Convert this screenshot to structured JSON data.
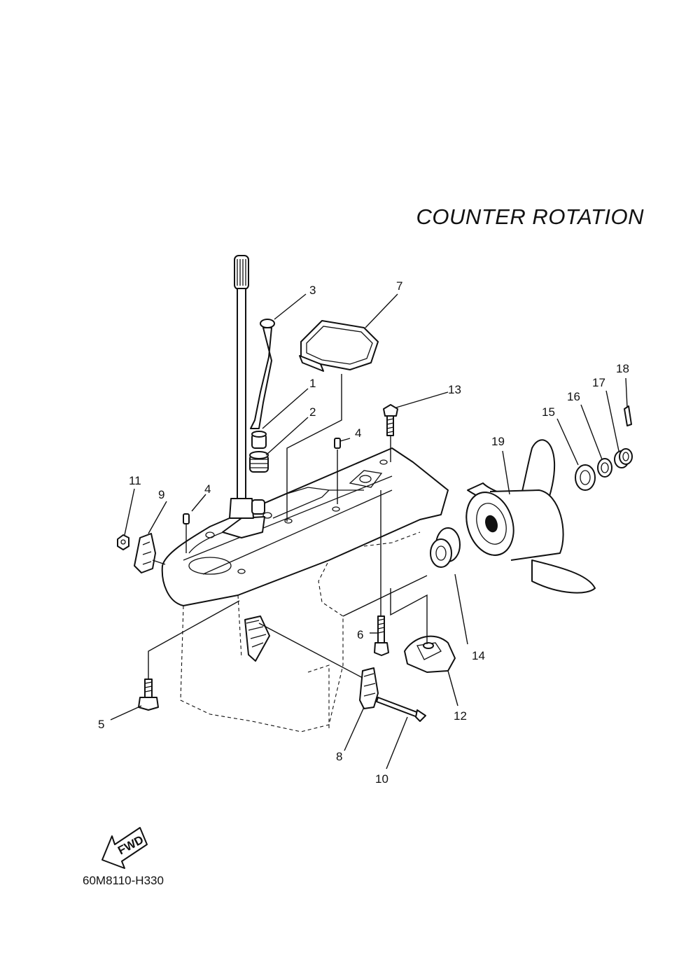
{
  "title": "COUNTER  ROTATION",
  "drawing_code": "60M8110-H330",
  "fwd_label": "FWD",
  "callouts": [
    {
      "id": "c1",
      "text": "1"
    },
    {
      "id": "c2",
      "text": "2"
    },
    {
      "id": "c3",
      "text": "3"
    },
    {
      "id": "c4a",
      "text": "4"
    },
    {
      "id": "c4b",
      "text": "4"
    },
    {
      "id": "c5",
      "text": "5"
    },
    {
      "id": "c6",
      "text": "6"
    },
    {
      "id": "c7",
      "text": "7"
    },
    {
      "id": "c8",
      "text": "8"
    },
    {
      "id": "c9",
      "text": "9"
    },
    {
      "id": "c10",
      "text": "10"
    },
    {
      "id": "c11",
      "text": "11"
    },
    {
      "id": "c12",
      "text": "12"
    },
    {
      "id": "c13",
      "text": "13"
    },
    {
      "id": "c14",
      "text": "14"
    },
    {
      "id": "c15",
      "text": "15"
    },
    {
      "id": "c16",
      "text": "16"
    },
    {
      "id": "c17",
      "text": "17"
    },
    {
      "id": "c18",
      "text": "18"
    },
    {
      "id": "c19",
      "text": "19"
    }
  ]
}
